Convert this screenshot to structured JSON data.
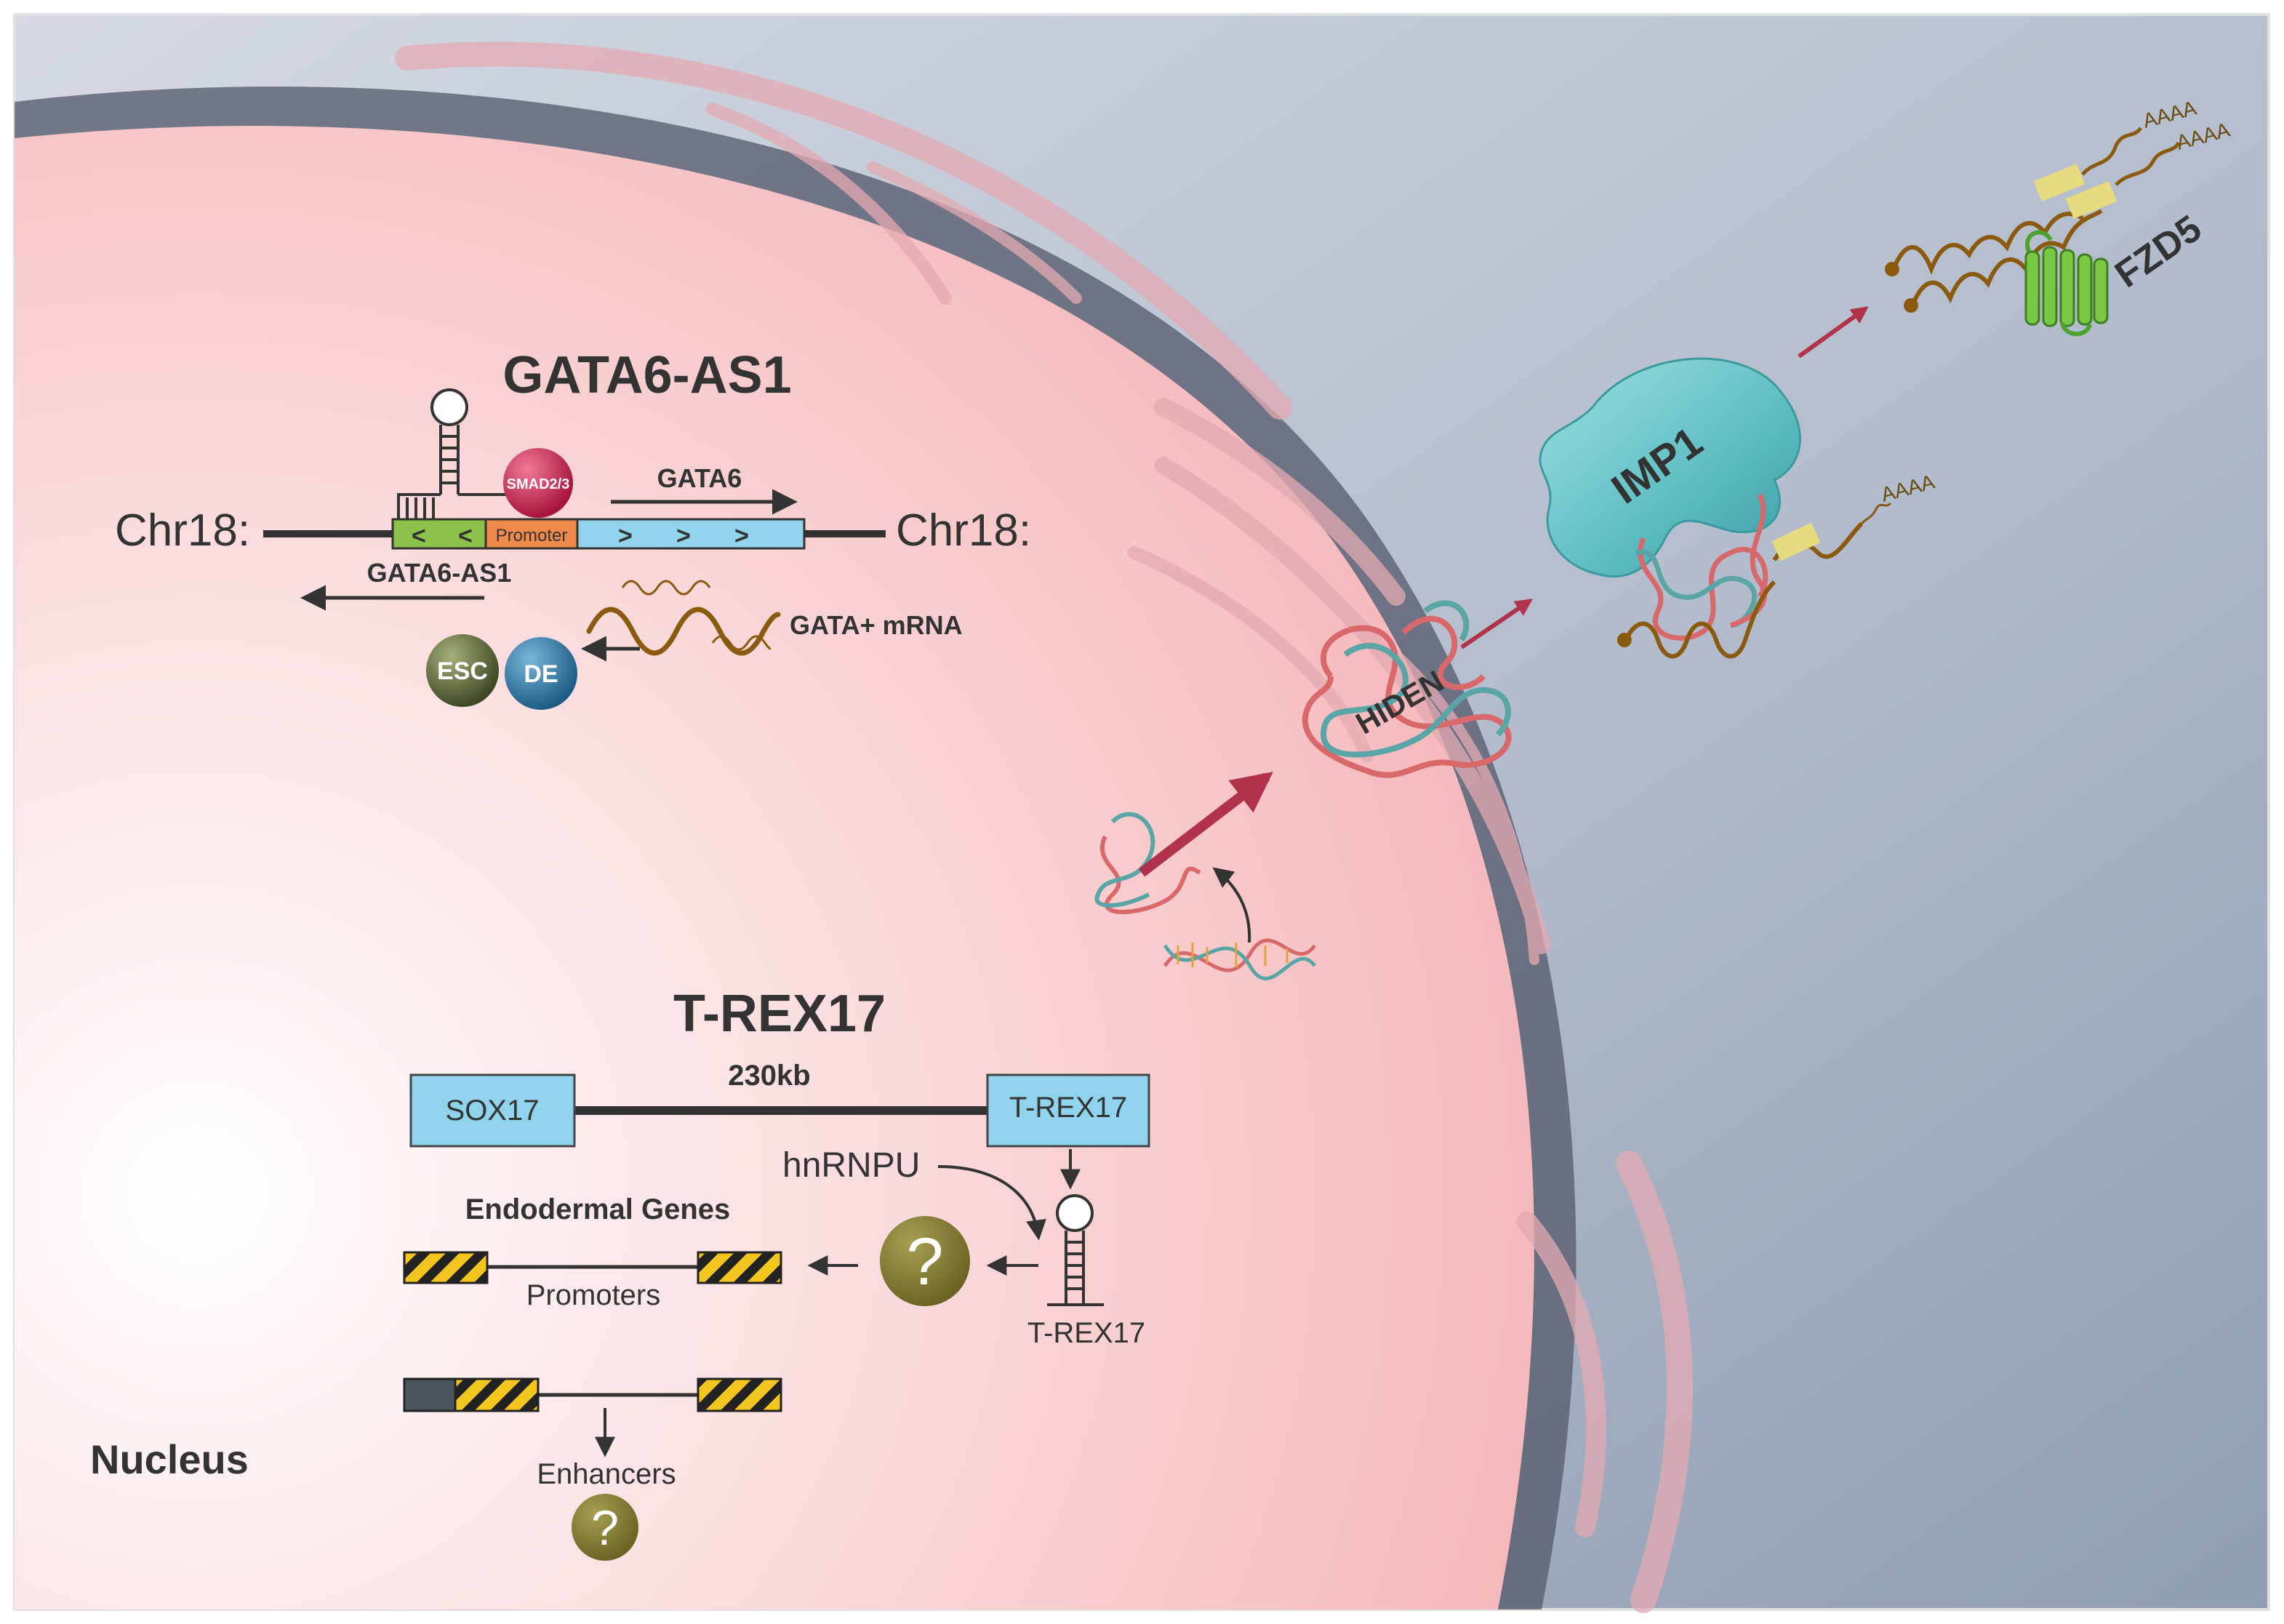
{
  "gata6as1": {
    "title": "GATA6-AS1",
    "chr_left": "Chr18:",
    "chr_right": "Chr18:",
    "gata6_label": "GATA6",
    "antisense_label": "GATA6-AS1",
    "promoter_label": "Promoter",
    "smad_label": "SMAD2/3",
    "mrna_label": "GATA+ mRNA",
    "esc_label": "ESC",
    "de_label": "DE",
    "left_chevron": "<",
    "right_chevron": ">"
  },
  "trex17": {
    "title": "T-REX17",
    "sox17_label": "SOX17",
    "trex17_box_label": "T-REX17",
    "distance_label": "230kb",
    "hnrnpu_label": "hnRNPU",
    "endodermal_label": "Endodermal Genes",
    "promoters_label": "Promoters",
    "trex17_hairpin_label": "T-REX17",
    "enhancers_label": "Enhancers",
    "question_mark": "?"
  },
  "nucleus_label": "Nucleus",
  "hiden_label": "HIDEN",
  "imp1_label": "IMP1",
  "fzd5_label": "FZD5",
  "polya_label": "AAAA",
  "colors": {
    "nucleus": "#f6c9cb",
    "cytoplasm": "#9aa8bd",
    "arrow_red": "#b0334b",
    "imp1": "#5bbcc0",
    "box_blue": "#8fd4ec",
    "green_seg": "#8bc34a",
    "orange_seg": "#f08a4b",
    "question": "#8a7f35",
    "mrna": "#8a5a0f",
    "fzd5": "#7ac943",
    "hiden_red": "#d9686a",
    "hiden_teal": "#5aa5a5"
  }
}
